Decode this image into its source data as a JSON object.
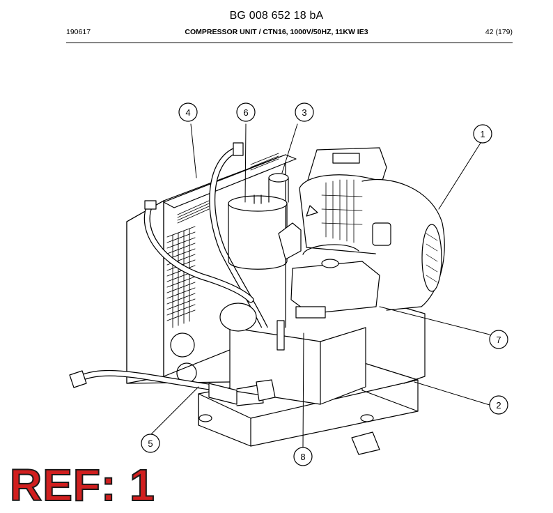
{
  "header": {
    "doc_number": "BG 008 652 18 bA",
    "date_code": "190617",
    "title": "COMPRESSOR UNIT / CTN16, 1000V/50HZ, 11KW IE3",
    "page": "42 (179)"
  },
  "callouts": [
    "1",
    "2",
    "3",
    "4",
    "5",
    "6",
    "7",
    "8"
  ],
  "reference_label": "REF: 1"
}
